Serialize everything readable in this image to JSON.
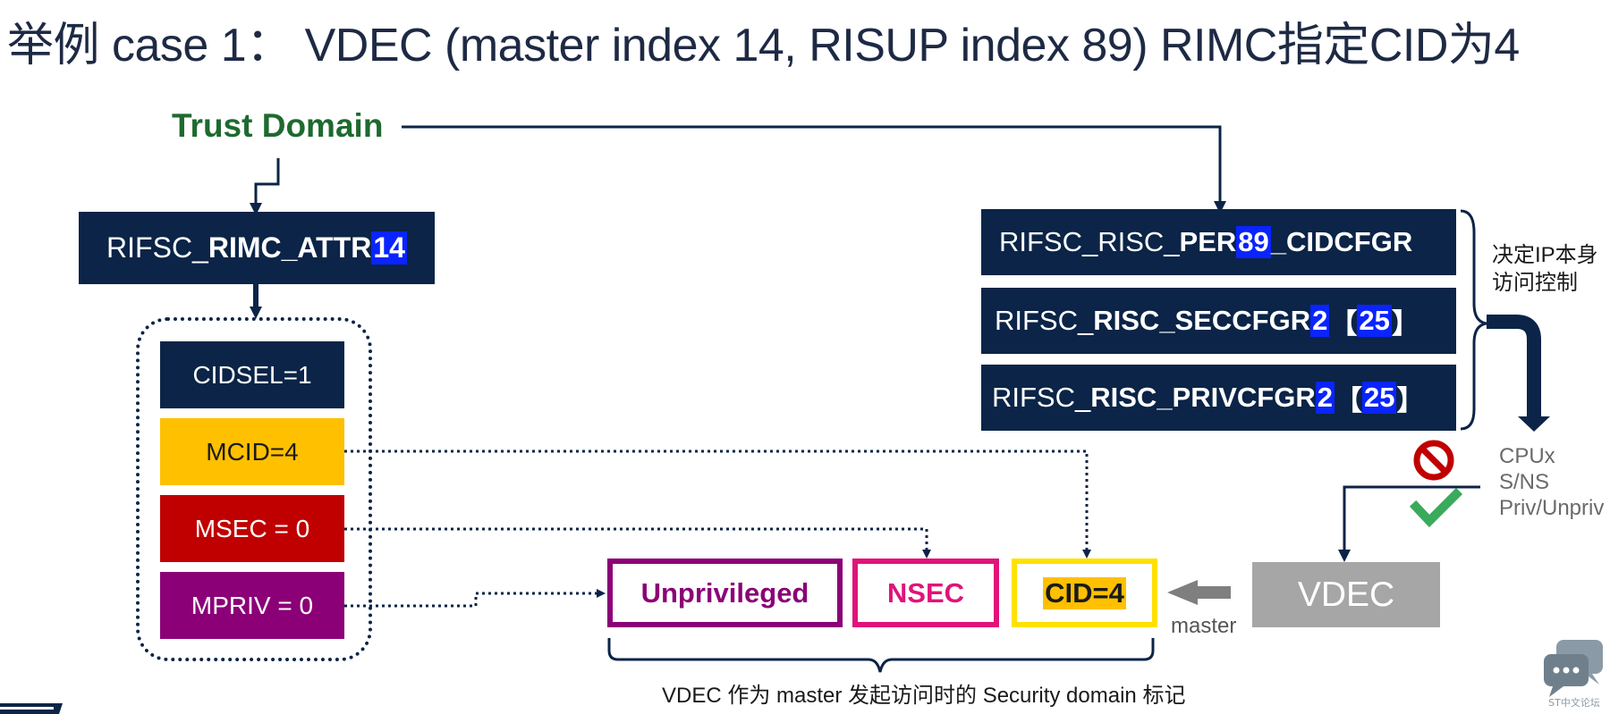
{
  "title": "举例 case 1：  VDEC (master index 14, RISUP index 89) RIMC指定CID为4",
  "trust_domain": "Trust Domain",
  "rimc_attr": {
    "prefix": "RIFSC_",
    "bold": "RIMC_ATTR",
    "index": "14"
  },
  "fields": {
    "cidsel": "CIDSEL=1",
    "mcid": "MCID=4",
    "msec": "MSEC = 0",
    "mpriv": "MPRIV = 0"
  },
  "registers": [
    {
      "prefix": "RIFSC_RISC_",
      "bold": "PER",
      "index": "89",
      "bold2": "_CIDCFGR",
      "suffix_open": "",
      "suffix_index": "",
      "suffix_close": ""
    },
    {
      "prefix": "RIFSC_",
      "bold": "RISC_SECCFGR",
      "index": "2",
      "bold2": "",
      "suffix_open": "【",
      "suffix_index": "25",
      "suffix_close": "】"
    },
    {
      "prefix": "RIFSC_",
      "bold": "RISC_PRIVCFGR",
      "index": "2",
      "bold2": "",
      "suffix_open": "【",
      "suffix_index": "25",
      "suffix_close": "】"
    }
  ],
  "decide_label": [
    "决定IP本身",
    "访问控制"
  ],
  "cpux_label": [
    "CPUx",
    "S/NS",
    "Priv/Unpriv"
  ],
  "tags": {
    "unprivileged": "Unprivileged",
    "nsec": "NSEC",
    "cid": "CID=4"
  },
  "vdec": "VDEC",
  "master": "master",
  "caption": "VDEC 作为 master 发起访问时的 Security domain 标记",
  "logo_text": "ST中文论坛",
  "colors": {
    "navy": "#0b2447",
    "highlight_blue": "#0a24ff",
    "trust_green": "#1e6a2f",
    "mcid_yellow": "#ffc000",
    "msec_red": "#c00000",
    "mpriv_purple": "#8b0077",
    "nsec_pink": "#e0137a",
    "cid_border_yellow": "#ffe100",
    "vdec_gray": "#a6a6a6",
    "deny_red": "#c00000",
    "allow_green": "#3aaa5c"
  },
  "icons": {
    "deny": "no-entry-icon",
    "allow": "check-icon",
    "logo": "chat-bubbles-icon"
  }
}
